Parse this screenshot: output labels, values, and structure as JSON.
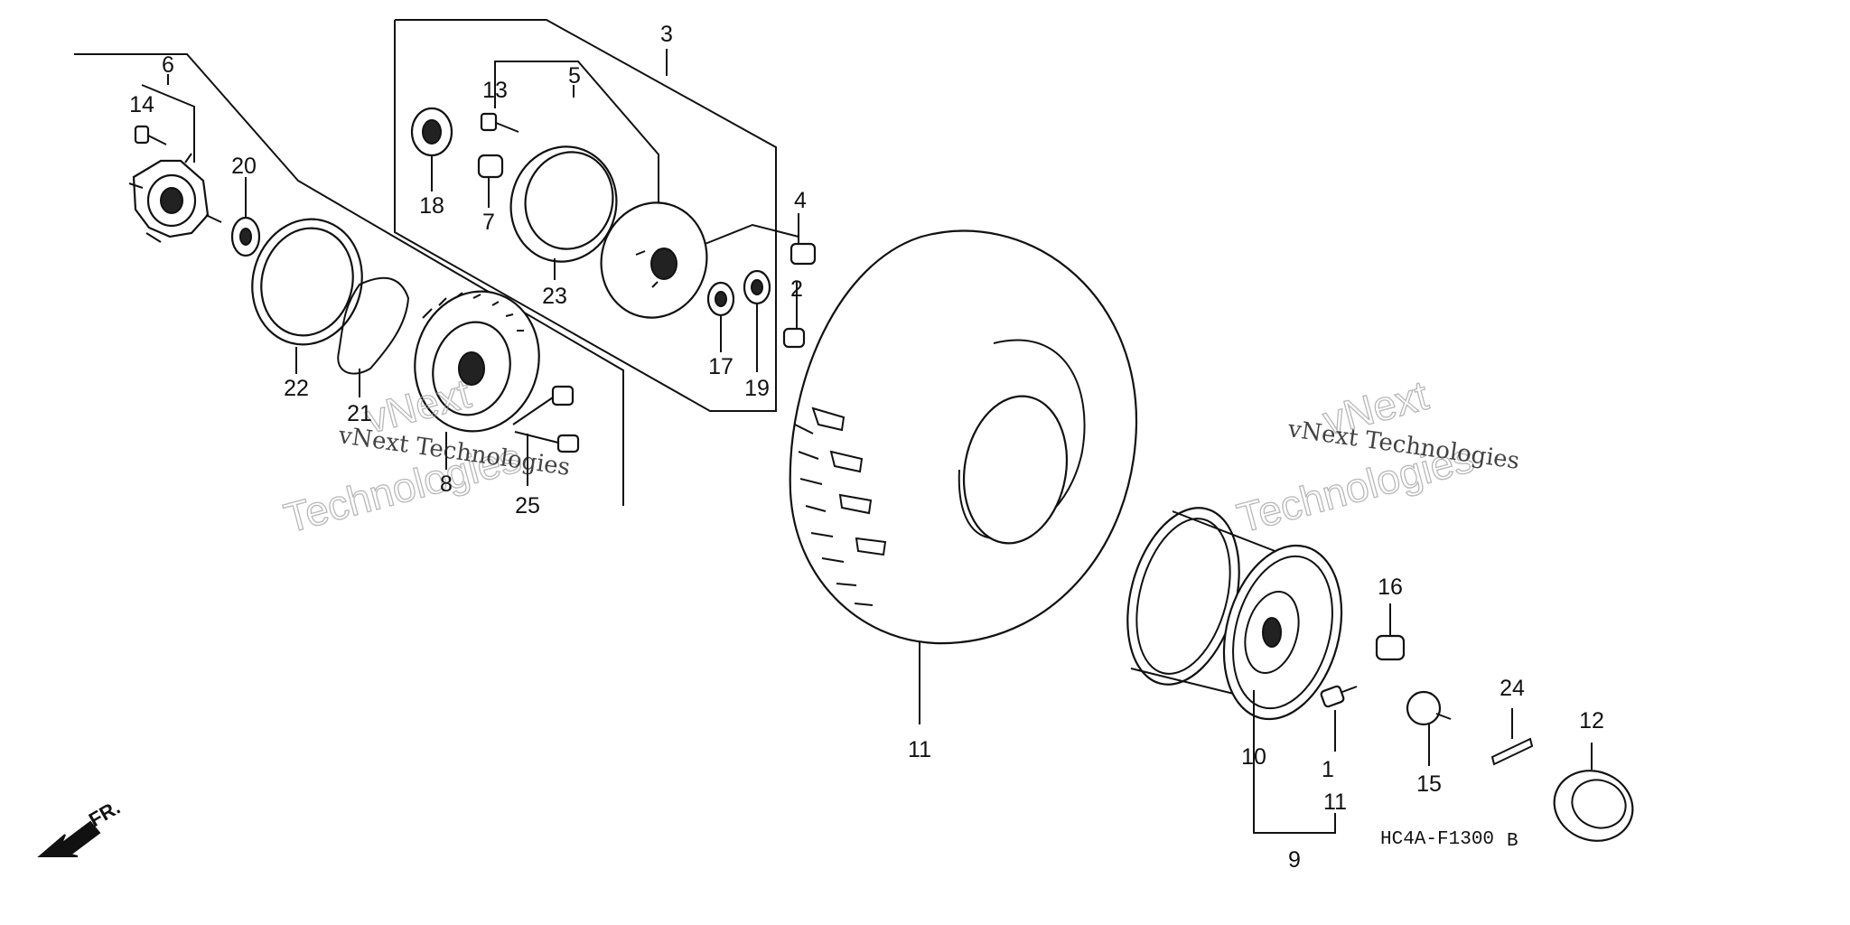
{
  "diagram": {
    "drawing_code": "HC4A-F1300",
    "drawing_code_suffix": "B",
    "direction_mark": "FR.",
    "watermark": {
      "small": "vNext Technologies",
      "large_top": "vNext",
      "large_bottom": "Technologies"
    },
    "callouts": [
      {
        "id": "c1",
        "text": "1"
      },
      {
        "id": "c2",
        "text": "2"
      },
      {
        "id": "c3",
        "text": "3"
      },
      {
        "id": "c4",
        "text": "4"
      },
      {
        "id": "c5",
        "text": "5"
      },
      {
        "id": "c6",
        "text": "6"
      },
      {
        "id": "c7",
        "text": "7"
      },
      {
        "id": "c8",
        "text": "8"
      },
      {
        "id": "c9",
        "text": "9"
      },
      {
        "id": "c10",
        "text": "10"
      },
      {
        "id": "c11a",
        "text": "11"
      },
      {
        "id": "c11b",
        "text": "11"
      },
      {
        "id": "c12",
        "text": "12"
      },
      {
        "id": "c13",
        "text": "13"
      },
      {
        "id": "c14",
        "text": "14"
      },
      {
        "id": "c15",
        "text": "15"
      },
      {
        "id": "c16",
        "text": "16"
      },
      {
        "id": "c17",
        "text": "17"
      },
      {
        "id": "c18",
        "text": "18"
      },
      {
        "id": "c19",
        "text": "19"
      },
      {
        "id": "c20",
        "text": "20"
      },
      {
        "id": "c21",
        "text": "21"
      },
      {
        "id": "c22",
        "text": "22"
      },
      {
        "id": "c23",
        "text": "23"
      },
      {
        "id": "c24",
        "text": "24"
      },
      {
        "id": "c25",
        "text": "25"
      }
    ]
  }
}
